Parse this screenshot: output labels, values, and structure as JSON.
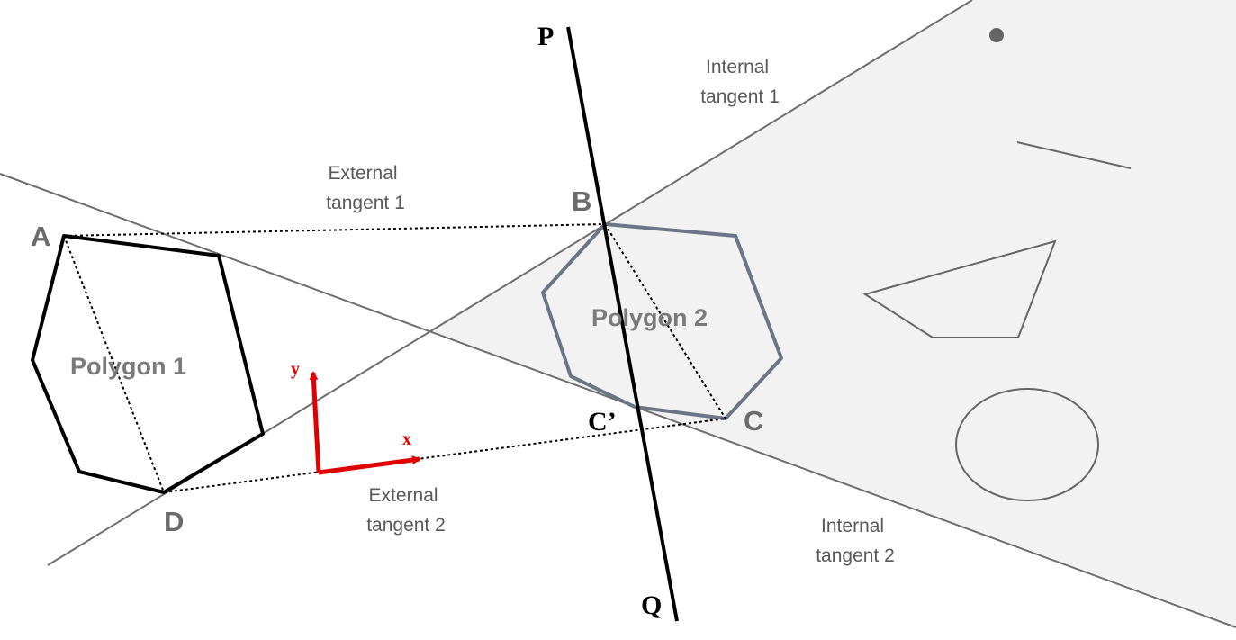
{
  "labels": {
    "P": "P",
    "Q": "Q",
    "A": "A",
    "B": "B",
    "C": "C",
    "C_prime": "C’",
    "D": "D",
    "polygon1": "Polygon 1",
    "polygon2": "Polygon 2",
    "internal_tangent_1": [
      "Internal",
      "tangent 1"
    ],
    "internal_tangent_2": [
      "Internal",
      "tangent 2"
    ],
    "external_tangent_1": [
      "External",
      "tangent 1"
    ],
    "external_tangent_2": [
      "External",
      "tangent 2"
    ],
    "axis_x": "x",
    "axis_y": "y"
  },
  "colors": {
    "shaded_region": "#f2f2f2",
    "tangent_line": "#6e6e6e",
    "polygon1_stroke": "#000000",
    "polygon2_stroke": "#6b7585",
    "axis_arrow": "#e00000",
    "obstacle_stroke": "#666666"
  }
}
